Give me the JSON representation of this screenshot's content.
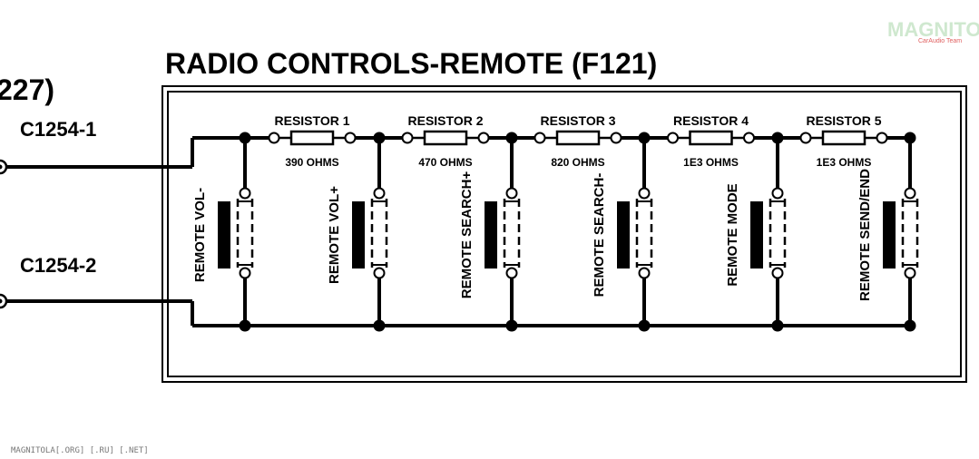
{
  "diagram": {
    "title": "RADIO CONTROLS-REMOTE (F121)",
    "left_ref": "227)",
    "connectors": [
      {
        "id": "c1",
        "label": "C1254-1"
      },
      {
        "id": "c2",
        "label": "C1254-2"
      }
    ],
    "resistors": [
      {
        "label": "RESISTOR 1",
        "value": "390 OHMS"
      },
      {
        "label": "RESISTOR 2",
        "value": "470 OHMS"
      },
      {
        "label": "RESISTOR 3",
        "value": "820 OHMS"
      },
      {
        "label": "RESISTOR 4",
        "value": "1E3 OHMS"
      },
      {
        "label": "RESISTOR 5",
        "value": "1E3 OHMS"
      }
    ],
    "switches": [
      {
        "label": "REMOTE VOL-"
      },
      {
        "label": "REMOTE VOL+"
      },
      {
        "label": "REMOTE SEARCH+"
      },
      {
        "label": "REMOTE SEARCH-"
      },
      {
        "label": "REMOTE MODE"
      },
      {
        "label": "REMOTE SEND/END"
      }
    ]
  },
  "watermark": {
    "brand": "MAGNITOLA",
    "sub": "CarAudio Team"
  },
  "footer": "MAGNITOLA[.ORG] [.RU] [.NET]"
}
